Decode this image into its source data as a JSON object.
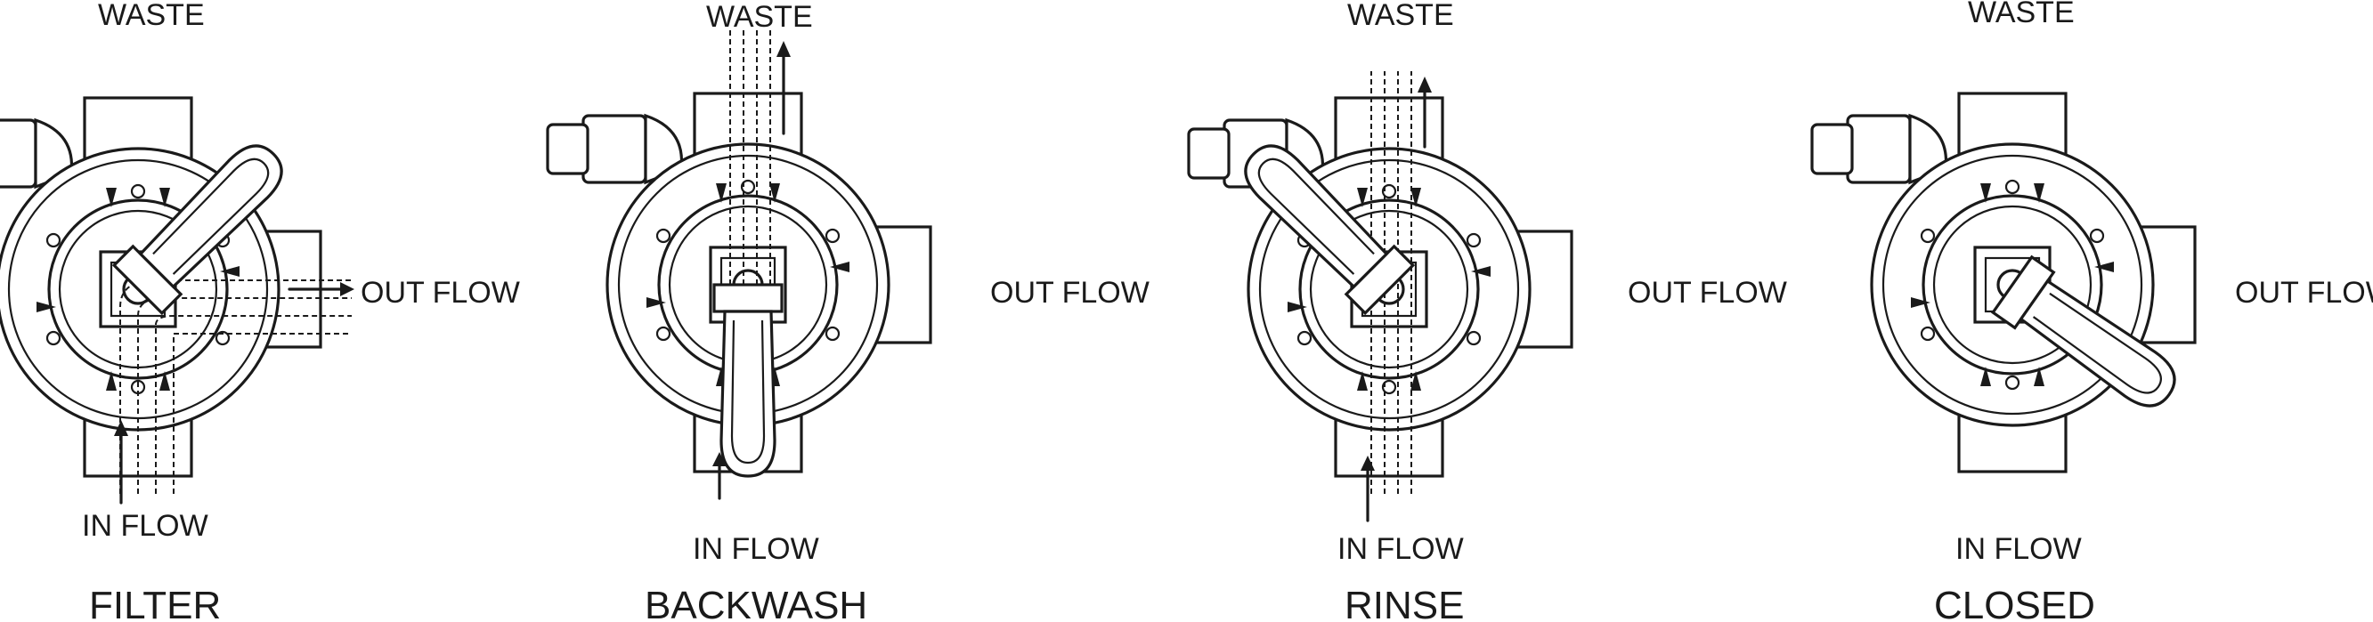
{
  "diagram": {
    "panels": [
      {
        "mode": "FILTER",
        "waste": "WASTE",
        "in_flow": "IN FLOW",
        "out_flow": "OUT FLOW",
        "handle_angle": -45,
        "flow_path": "in-to-out"
      },
      {
        "mode": "BACKWASH",
        "waste": "WASTE",
        "in_flow": "IN FLOW",
        "out_flow": "OUT FLOW",
        "handle_angle": 180,
        "flow_path": "in-to-waste"
      },
      {
        "mode": "RINSE",
        "waste": "WASTE",
        "in_flow": "IN FLOW",
        "out_flow": "OUT FLOW",
        "handle_angle": -135,
        "flow_path": "in-to-waste-direct"
      },
      {
        "mode": "CLOSED",
        "waste": "WASTE",
        "in_flow": "IN FLOW",
        "out_flow": "OUT FLOW",
        "handle_angle": 135,
        "flow_path": "none"
      }
    ]
  },
  "colors": {
    "ink": "#1a1a1a",
    "paper": "#ffffff"
  }
}
